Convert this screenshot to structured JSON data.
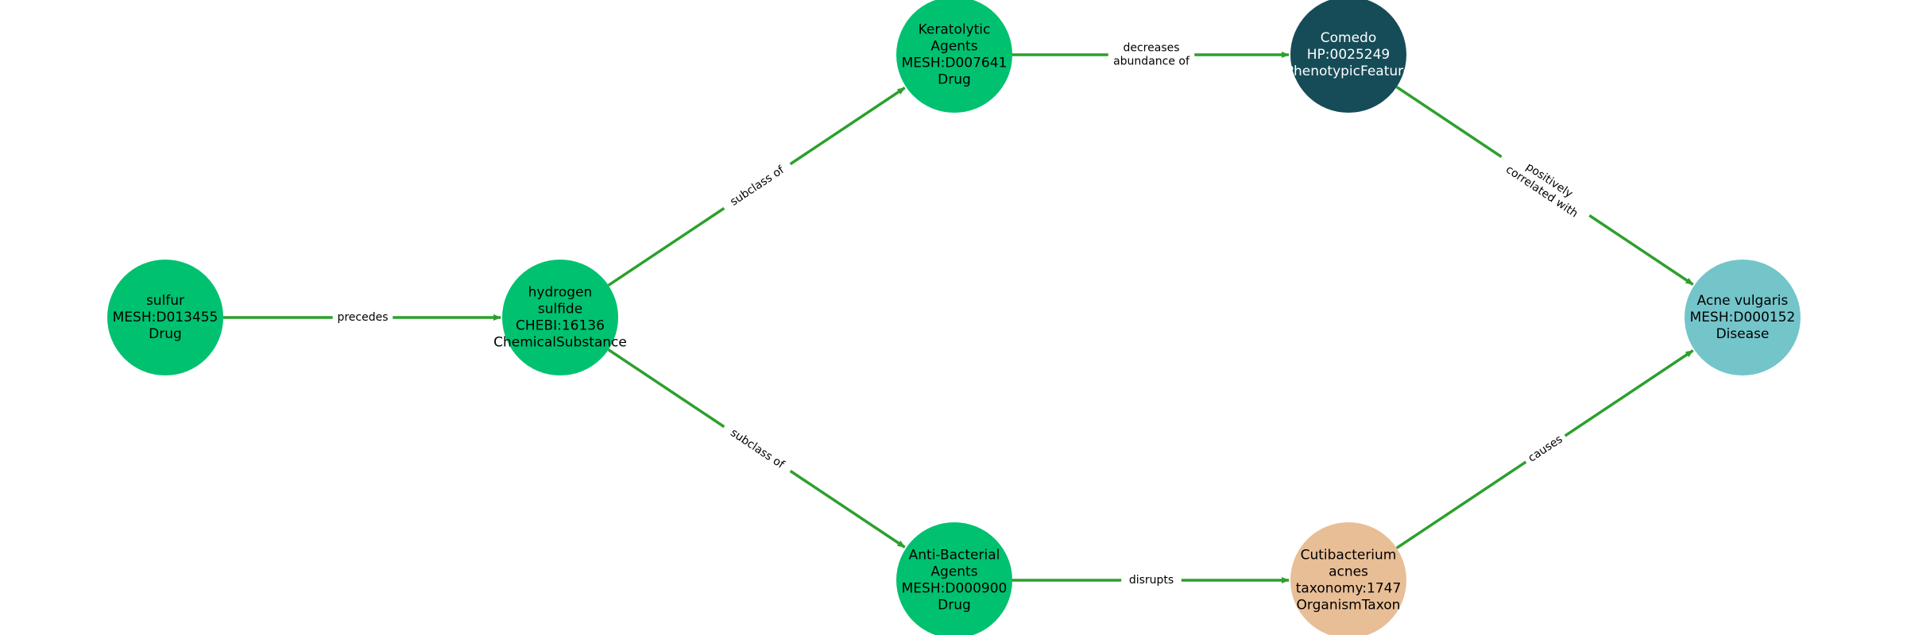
{
  "graph": {
    "colors": {
      "drug": "#00c170",
      "chemical": "#00c170",
      "phenotype": "#164c58",
      "disease": "#73c5ca",
      "organism": "#e8be96",
      "edge": "#2ca02c"
    },
    "nodes": [
      {
        "id": "sulfur",
        "lines": [
          "sulfur",
          "MESH:D013455",
          "Drug"
        ],
        "color_key": "drug",
        "text_color": "#000000"
      },
      {
        "id": "h2s",
        "lines": [
          "hydrogen",
          "sulfide",
          "CHEBI:16136",
          "ChemicalSubstance"
        ],
        "color_key": "chemical",
        "text_color": "#000000"
      },
      {
        "id": "keratolytic",
        "lines": [
          "Keratolytic",
          "Agents",
          "MESH:D007641",
          "Drug"
        ],
        "color_key": "drug",
        "text_color": "#000000"
      },
      {
        "id": "antibacterial",
        "lines": [
          "Anti-Bacterial",
          "Agents",
          "MESH:D000900",
          "Drug"
        ],
        "color_key": "drug",
        "text_color": "#000000"
      },
      {
        "id": "comedo",
        "lines": [
          "Comedo",
          "HP:0025249",
          "PhenotypicFeature"
        ],
        "color_key": "phenotype",
        "text_color": "#ffffff"
      },
      {
        "id": "cutibacterium",
        "lines": [
          "Cutibacterium",
          "acnes",
          "taxonomy:1747",
          "OrganismTaxon"
        ],
        "color_key": "organism",
        "text_color": "#000000"
      },
      {
        "id": "acne",
        "lines": [
          "Acne vulgaris",
          "MESH:D000152",
          "Disease"
        ],
        "color_key": "disease",
        "text_color": "#000000"
      }
    ],
    "edges": [
      {
        "from": "sulfur",
        "to": "h2s",
        "label_lines": [
          "precedes"
        ]
      },
      {
        "from": "h2s",
        "to": "keratolytic",
        "label_lines": [
          "subclass of"
        ]
      },
      {
        "from": "h2s",
        "to": "antibacterial",
        "label_lines": [
          "subclass of"
        ]
      },
      {
        "from": "keratolytic",
        "to": "comedo",
        "label_lines": [
          "decreases",
          "abundance of"
        ]
      },
      {
        "from": "antibacterial",
        "to": "cutibacterium",
        "label_lines": [
          "disrupts"
        ]
      },
      {
        "from": "comedo",
        "to": "acne",
        "label_lines": [
          "positively",
          "correlated with"
        ]
      },
      {
        "from": "cutibacterium",
        "to": "acne",
        "label_lines": [
          "causes"
        ]
      }
    ]
  }
}
